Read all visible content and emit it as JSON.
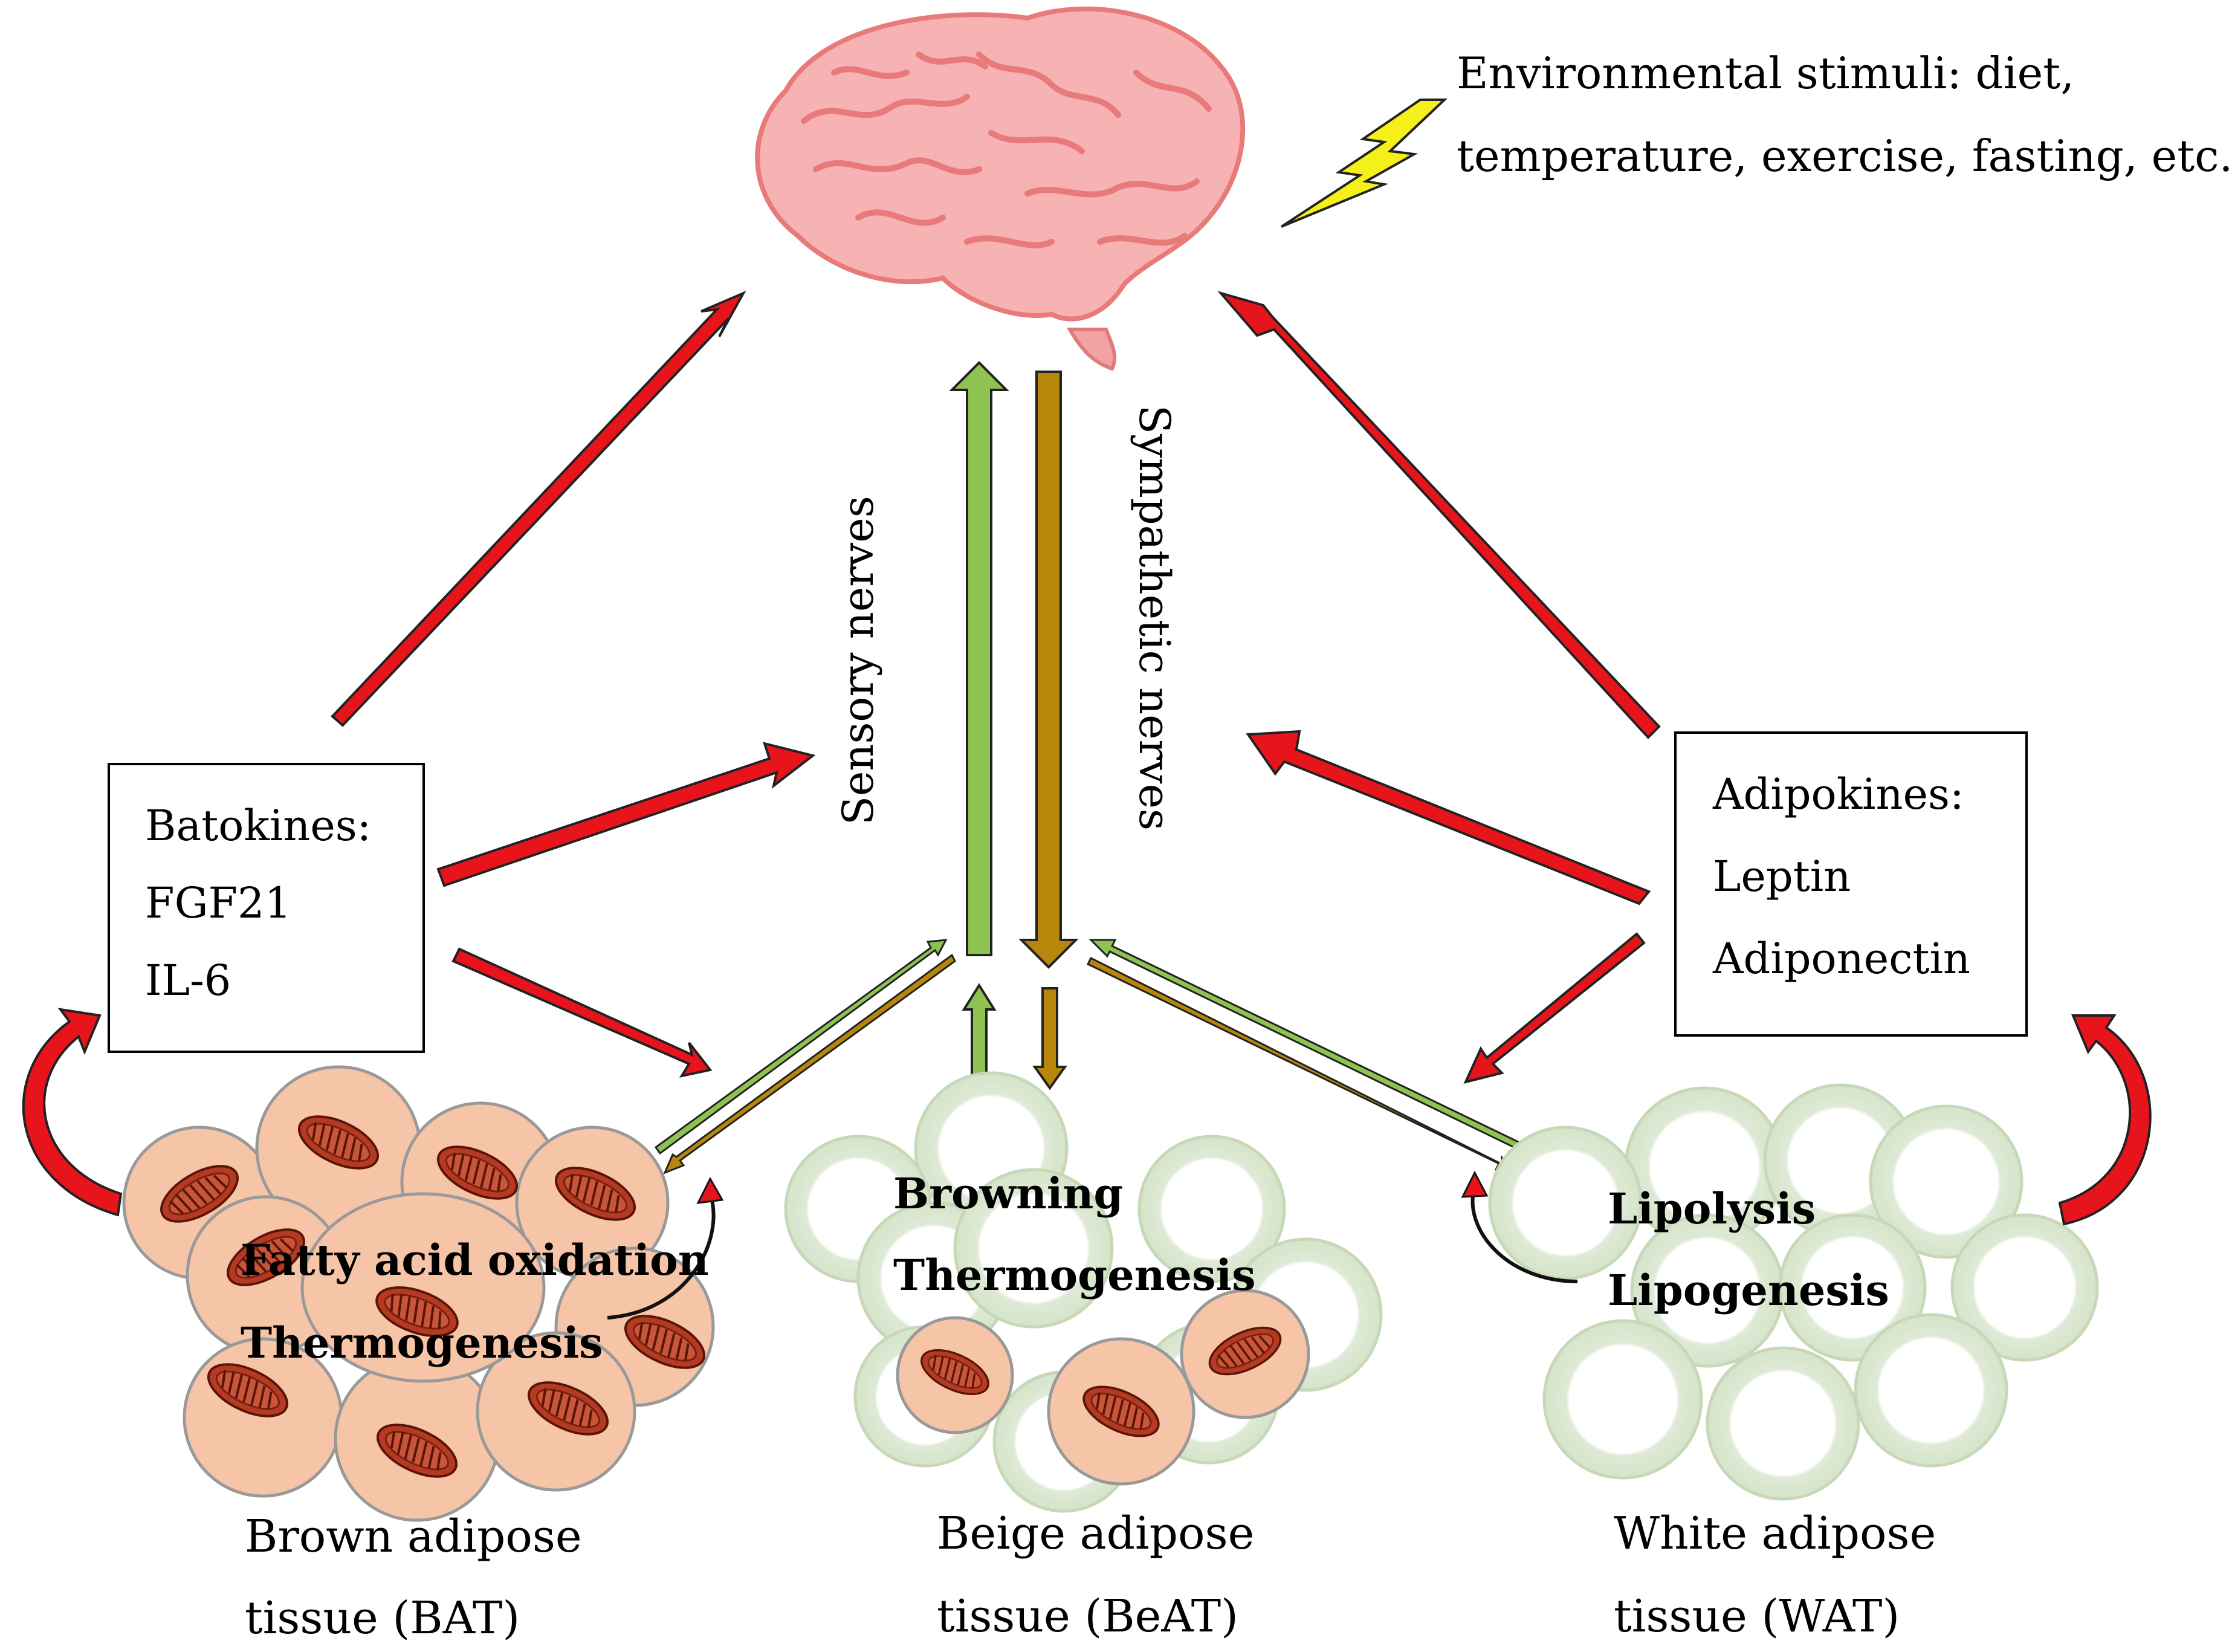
{
  "environment": {
    "line1": "Environmental stimuli: diet,",
    "line2": "temperature, exercise, fasting, etc."
  },
  "nerves": {
    "sensory": "Sensory nerves",
    "sympathetic": "Sympathetic nerves"
  },
  "batokines": {
    "title": "Batokines:",
    "items": [
      "FGF21",
      "IL-6"
    ]
  },
  "adipokines": {
    "title": "Adipokines:",
    "items": [
      "Leptin",
      "Adiponectin"
    ]
  },
  "bat": {
    "processes": [
      "Fatty acid oxidation",
      "Thermogenesis"
    ],
    "label_line1": "Brown adipose",
    "label_line2": "tissue (BAT)"
  },
  "beat": {
    "processes": [
      "Browning",
      "Thermogenesis"
    ],
    "label_line1": "Beige adipose",
    "label_line2": "tissue (BeAT)"
  },
  "wat": {
    "processes": [
      "Lipolysis",
      "Lipogenesis"
    ],
    "label_line1": "White adipose",
    "label_line2": "tissue (WAT)"
  },
  "colors": {
    "signal_arrow": "#e8141c",
    "sensory_arrow": "#8fc351",
    "sympathetic_arrow": "#b8860b",
    "brain_fill": "#f7b3b3",
    "brain_line": "#e87a7a",
    "brown_cell": "#f6c4a6",
    "beige_cell": "#dfead6",
    "lightning": "#f5ef1a"
  }
}
